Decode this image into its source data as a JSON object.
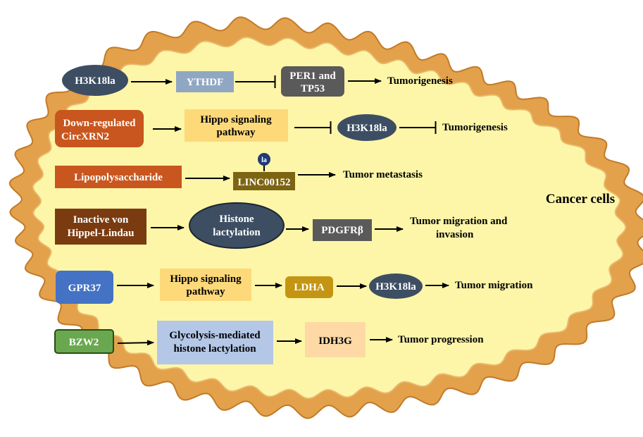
{
  "cell_label": "Cancer cells",
  "rows": [
    {
      "nodes": [
        "H3K18la",
        "YTHDF",
        "PER1 and",
        "TP53"
      ],
      "outcome": "Tumorigenesis"
    },
    {
      "nodes": [
        "Down-regulated",
        "CircXRN2",
        "Hippo signaling",
        "pathway",
        "H3K18la"
      ],
      "outcome": "Tumorigenesis"
    },
    {
      "nodes": [
        "Lipopolysaccharide",
        "LINC00152"
      ],
      "modification_badge": "la",
      "outcome": "Tumor metastasis"
    },
    {
      "nodes": [
        "Inactive von",
        "Hippel-Lindau",
        "Histone",
        "lactylation",
        "PDGFRβ"
      ],
      "outcome": [
        "Tumor migration and",
        "invasion"
      ]
    },
    {
      "nodes": [
        "GPR37",
        "Hippo signaling",
        "pathway",
        "LDHA",
        "H3K18la"
      ],
      "outcome": "Tumor migration"
    },
    {
      "nodes": [
        "BZW2",
        "Glycolysis-mediated",
        "histone lactylation",
        "IDH3G"
      ],
      "outcome": "Tumor progression"
    }
  ]
}
